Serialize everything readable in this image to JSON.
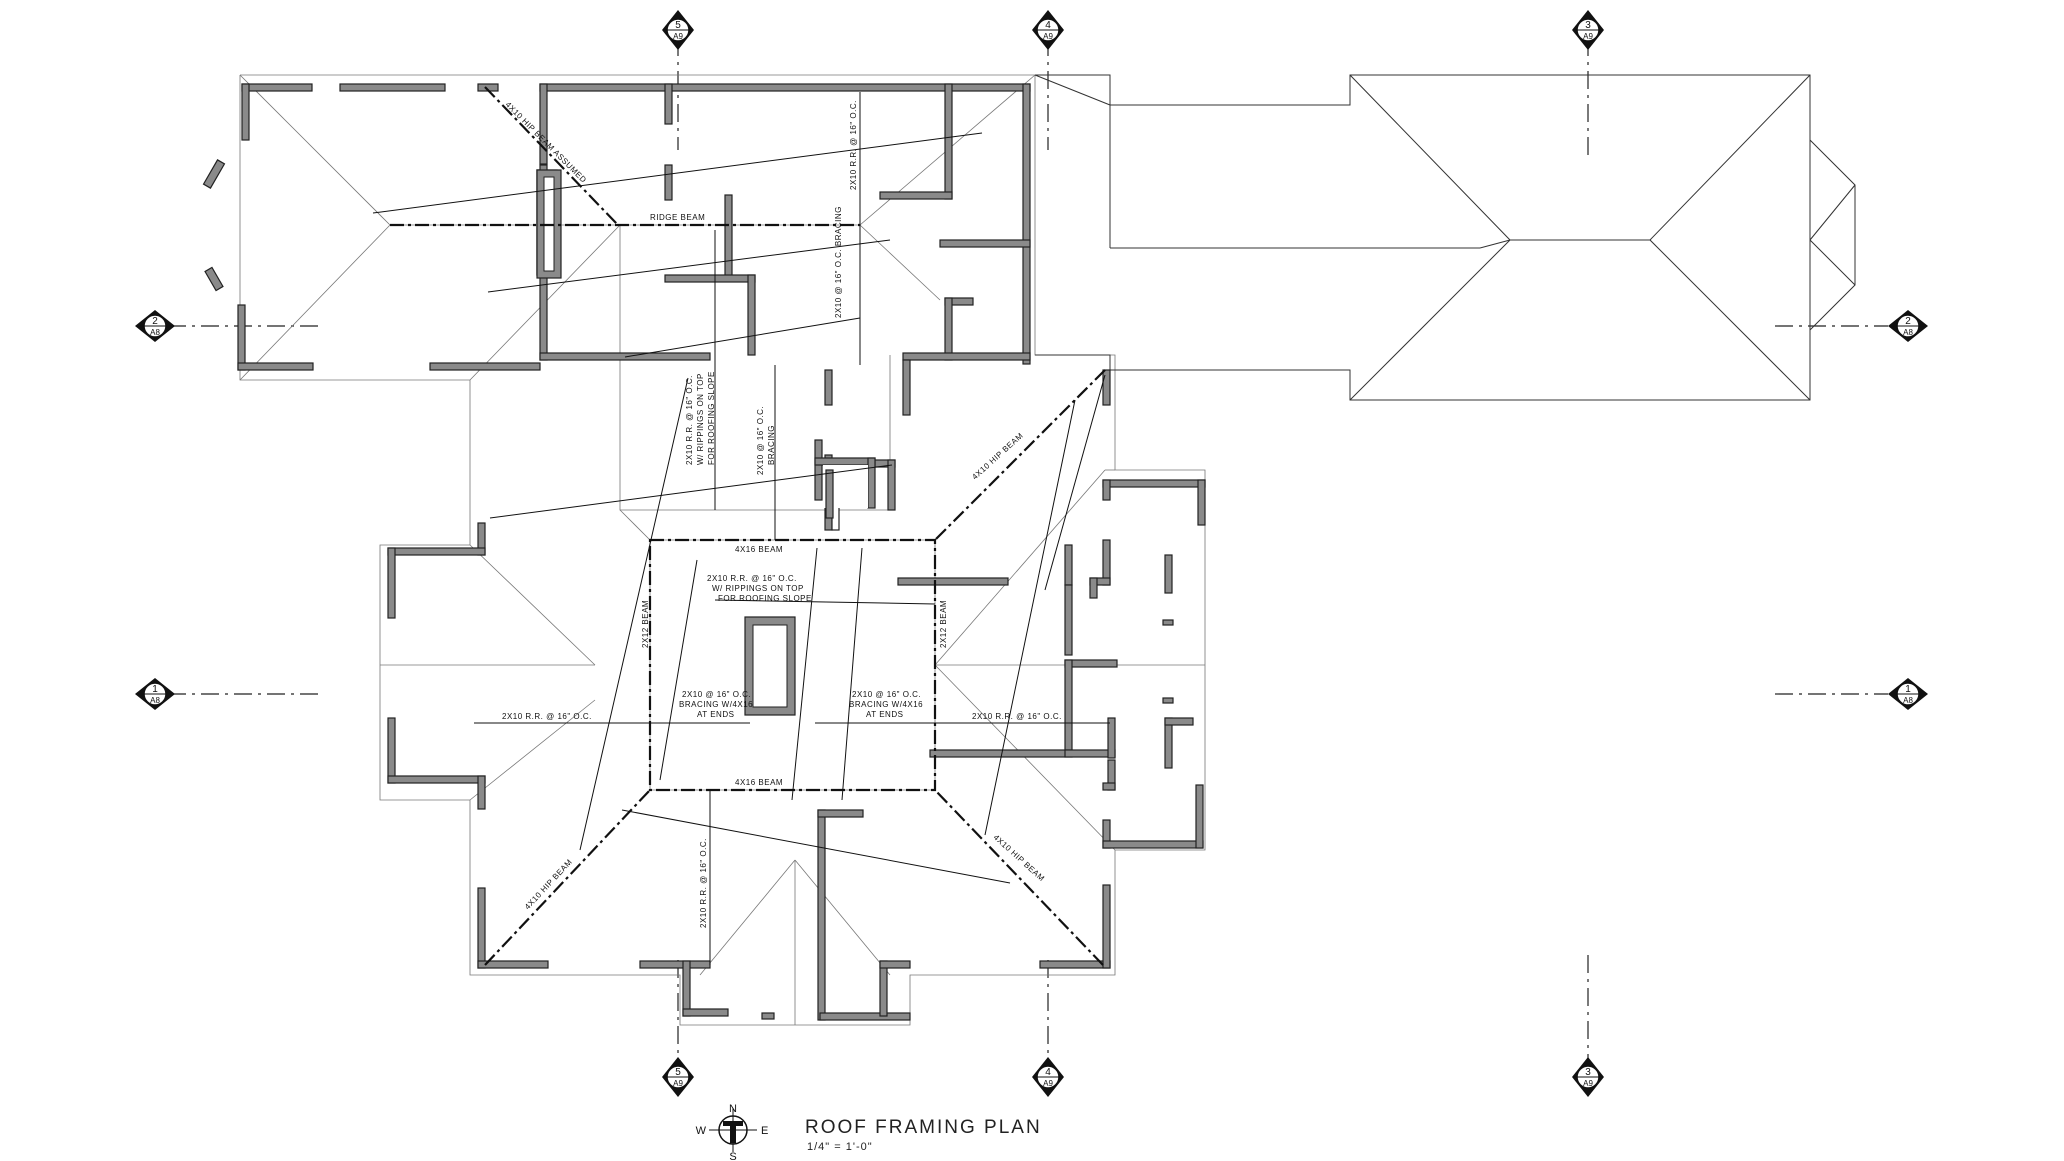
{
  "drawing": {
    "title": "ROOF FRAMING PLAN",
    "scale": "1/4\" = 1'-0\""
  },
  "compass": {
    "n": "N",
    "e": "E",
    "s": "S",
    "w": "W"
  },
  "section_markers": {
    "s5_top": {
      "num": "5",
      "sheet": "A9"
    },
    "s4_top": {
      "num": "4",
      "sheet": "A9"
    },
    "s3_top": {
      "num": "3",
      "sheet": "A9"
    },
    "s5_bot": {
      "num": "5",
      "sheet": "A9"
    },
    "s4_bot": {
      "num": "4",
      "sheet": "A9"
    },
    "s3_bot": {
      "num": "3",
      "sheet": "A9"
    },
    "s2_left": {
      "num": "2",
      "sheet": "A8"
    },
    "s2_right": {
      "num": "2",
      "sheet": "A8"
    },
    "s1_left": {
      "num": "1",
      "sheet": "A8"
    },
    "s1_right": {
      "num": "1",
      "sheet": "A8"
    }
  },
  "annotations": {
    "hip_beam_assumed": "4X10 HIP BEAM ASSUMED",
    "ridge_beam": "RIDGE BEAM",
    "rr_16_top": "2X10 R.R. @ 16\" O.C.",
    "bracing_top": "2X10 @ 16\" O.C. BRACING",
    "rr_rippings_line1": "2X10 R.R. @ 16\" O.C.",
    "rr_rippings_line2": "W/ RIPPINGS ON TOP",
    "rr_rippings_line3": "FOR ROOFING SLOPE",
    "bracing_mid_line1": "2X10 @ 16\" O.C.",
    "bracing_mid_line2": "BRACING",
    "hip_beam_ne": "4X10 HIP BEAM",
    "beam_4x16_top": "4X16 BEAM",
    "center_line1": "2X10 R.R. @ 16\" O.C.",
    "center_line2": "W/ RIPPINGS ON TOP",
    "center_line3": "FOR ROOFING SLOPE",
    "beam_2x12_left": "2X12 BEAM",
    "beam_2x12_right": "2X12 BEAM",
    "rr_left": "2X10 R.R. @ 16\" O.C.",
    "rr_right": "2X10 R.R. @ 16\" O.C.",
    "brace_left_line1": "2X10 @ 16\" O.C.",
    "brace_left_line2": "BRACING W/4X16",
    "brace_left_line3": "AT ENDS",
    "brace_right_line1": "2X10 @ 16\" O.C.",
    "brace_right_line2": "BRACING W/4X16",
    "brace_right_line3": "AT ENDS",
    "beam_4x16_bottom": "4X16 BEAM",
    "hip_beam_sw": "4X10 HIP BEAM",
    "hip_beam_se": "4X10 HIP BEAM",
    "rr_bottom": "2X10 R.R. @ 16\" O.C."
  }
}
